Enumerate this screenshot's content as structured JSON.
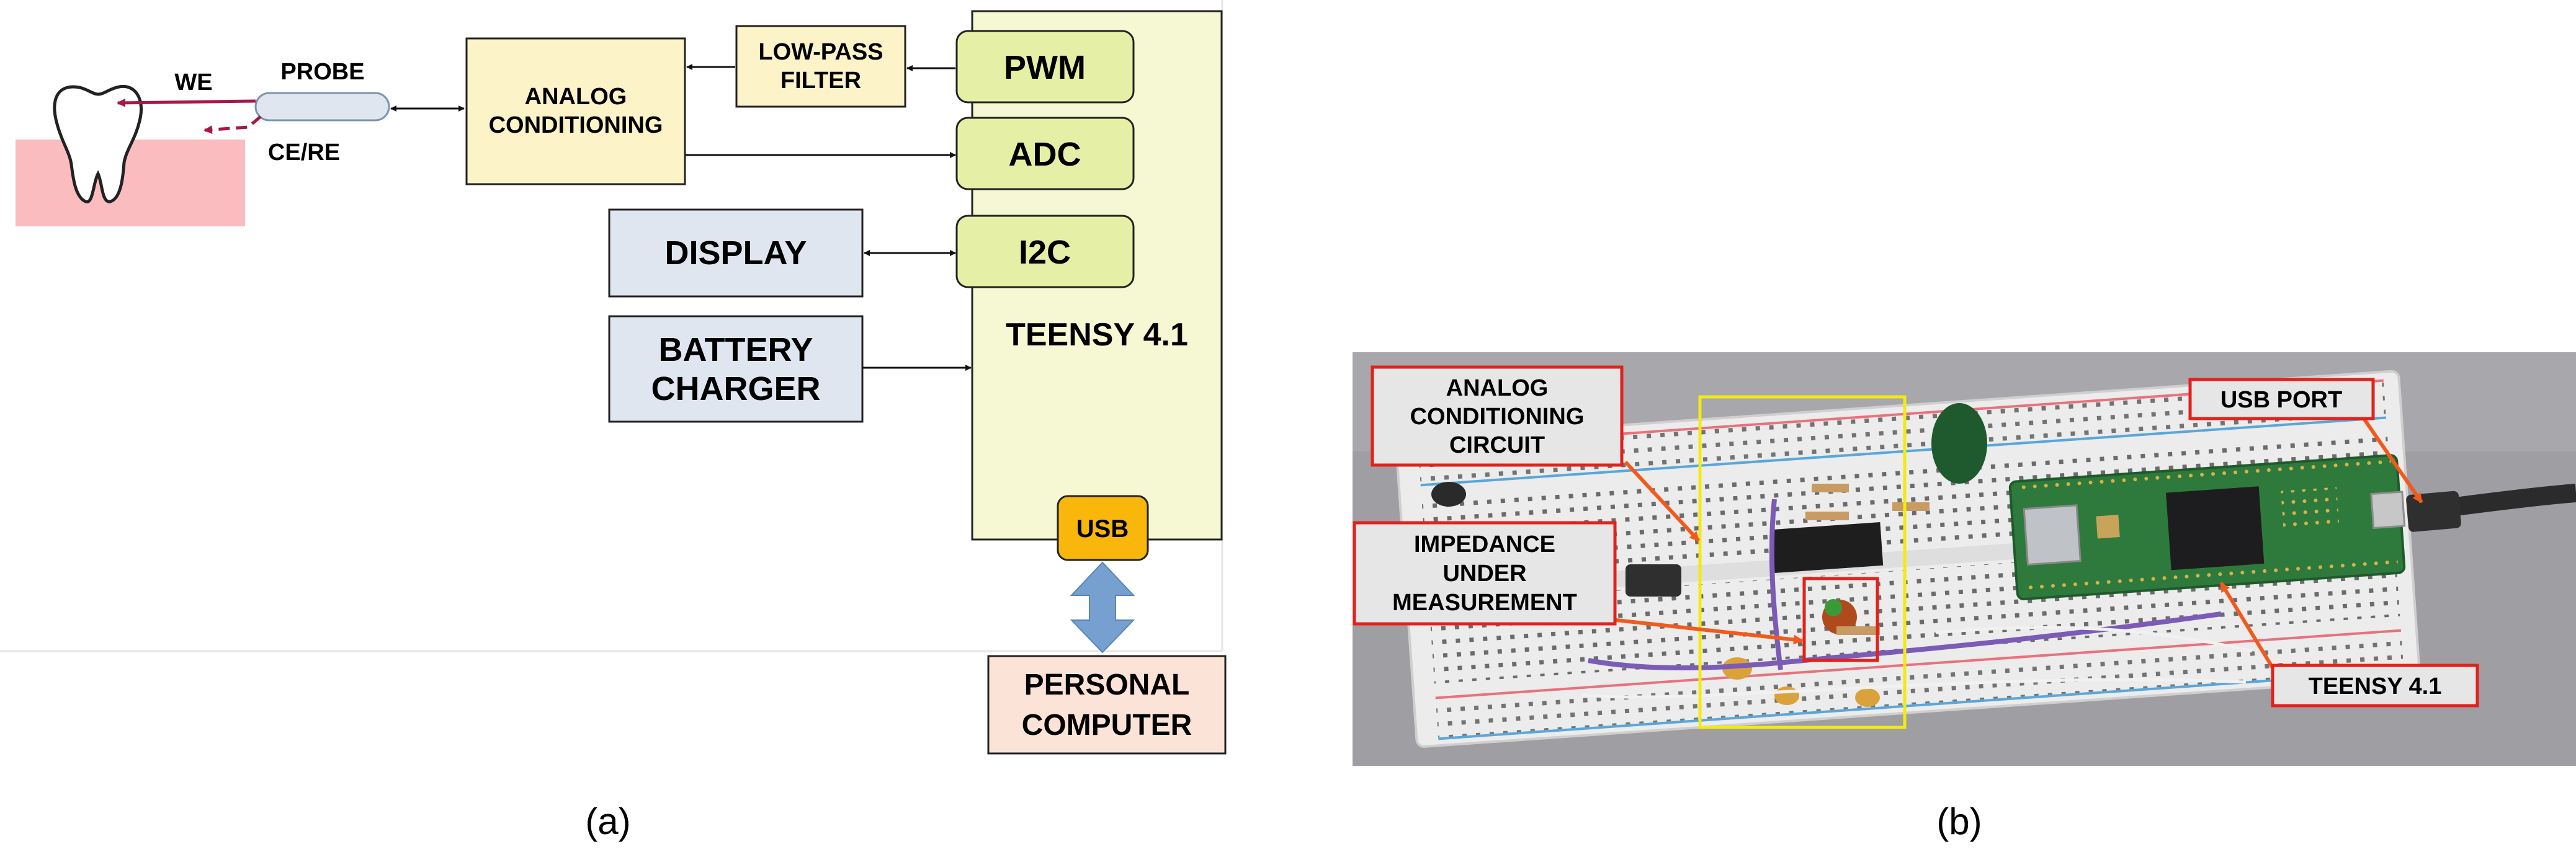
{
  "panel_a": {
    "caption": "(a)",
    "labels": {
      "we": "WE",
      "probe": "PROBE",
      "ce_re": "CE/RE"
    },
    "blocks": {
      "analog_line1": "ANALOG",
      "analog_line2": "CONDITIONING",
      "lowpass_line1": "LOW-PASS",
      "lowpass_line2": "FILTER",
      "pwm": "PWM",
      "adc": "ADC",
      "i2c": "I2C",
      "display": "DISPLAY",
      "battery_line1": "BATTERY",
      "battery_line2": "CHARGER",
      "teensy": "TEENSY 4.1",
      "usb": "USB",
      "pc_line1": "PERSONAL",
      "pc_line2": "COMPUTER"
    },
    "colors": {
      "tissue": "#fbbcc0",
      "analog_fill": "#fdf3c8",
      "teensy_fill": "#f5f8d2",
      "pin_fill": "#e5f0a6",
      "box_fill": "#dfe6ef",
      "usb_fill": "#f8b70a",
      "pc_fill": "#fbe3d7",
      "usb_arrow": "#76a0d0",
      "signal_arrow": "#a8174a"
    }
  },
  "panel_b": {
    "caption": "(b)",
    "callouts": {
      "analog_line1": "ANALOG",
      "analog_line2": "CONDITIONING",
      "analog_line3": "CIRCUIT",
      "impedance_line1": "IMPEDANCE",
      "impedance_line2": "UNDER",
      "impedance_line3": "MEASUREMENT",
      "usb_port": "USB PORT",
      "teensy": "TEENSY 4.1"
    },
    "colors": {
      "callout_border": "#e3211c",
      "highlight": "#f3ea12",
      "callout_arrow": "#f25a1d",
      "board_green": "#2e7a3c"
    }
  }
}
